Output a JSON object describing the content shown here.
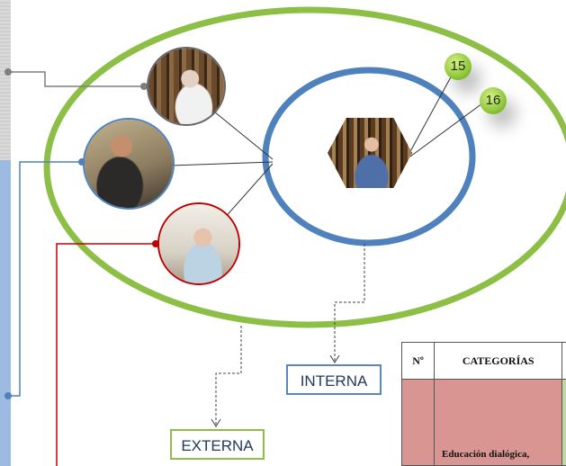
{
  "badges": [
    {
      "id": "badge-15",
      "text": "15"
    },
    {
      "id": "badge-16",
      "text": "16"
    }
  ],
  "labels": {
    "interna": "INTERNA",
    "externa": "EXTERNA"
  },
  "table": {
    "headers": [
      "Nº",
      "CATEGORÍAS"
    ],
    "row1_category": "Educación dialógica,"
  },
  "colors": {
    "outer_ellipse": "#8dbf46",
    "inner_ellipse": "#4f81bd",
    "connector_gray": "#7f7f7f",
    "connector_blue": "#4f81bd",
    "connector_red": "#c00000",
    "cell_red": "#d99591",
    "cell_green": "#c3d69b"
  },
  "photos": [
    {
      "name": "photo-man-library",
      "icon": "person-photo"
    },
    {
      "name": "photo-woman-reading",
      "icon": "person-photo"
    },
    {
      "name": "photo-woman-glasses",
      "icon": "person-photo"
    },
    {
      "name": "photo-center-man",
      "icon": "person-photo"
    }
  ]
}
